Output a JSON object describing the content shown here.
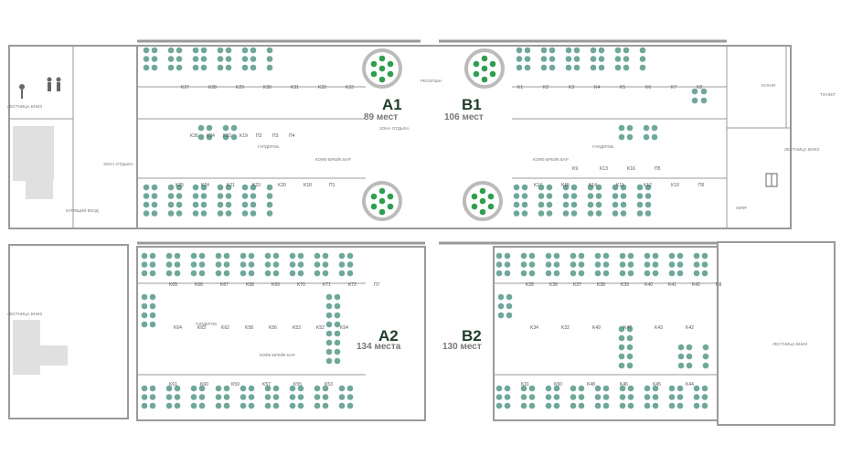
{
  "zones": {
    "a1": {
      "name": "A1",
      "capacity": "89 мест"
    },
    "b1": {
      "name": "B1",
      "capacity": "106 мест"
    },
    "a2": {
      "name": "A2",
      "capacity": "134 места"
    },
    "b2": {
      "name": "B2",
      "capacity": "130 мест"
    }
  },
  "labels": {
    "stairs": "ЛЕСТНИЦА ВНИЗ",
    "wardrobe": "ГАРДЕРОБ",
    "coffee": "КОФЕ-БРЕЙК БАР",
    "rest": "ЗОНА ОТДЫХА",
    "reception": "РЕСЕПШН",
    "smoke": "КУРЯЩИЙ ВХОД",
    "toilet": "ТУАЛЕТ",
    "kitchen": "КУХНЯ",
    "elevator": "ЛИФТ"
  },
  "rooms": {
    "a1_top": [
      "K27",
      "K28",
      "K29",
      "K30",
      "K31",
      "K32",
      "K33"
    ],
    "a1_mid": [
      "K26",
      "K24",
      "K22",
      "K19",
      "П2",
      "П3",
      "П4"
    ],
    "a1_bot": [
      "K25",
      "K24",
      "K21",
      "K23",
      "K20",
      "K18",
      "П1"
    ],
    "b1_top": [
      "K1",
      "K2",
      "K3",
      "K4",
      "K5",
      "K6",
      "K7",
      "K8"
    ],
    "b1_mid": [
      "K9",
      "K13",
      "K16",
      "П5"
    ],
    "b1_bot": [
      "K17",
      "K15",
      "K14",
      "K11",
      "K12",
      "K10",
      "П6"
    ],
    "a2_top": [
      "K65",
      "K66",
      "K67",
      "K68",
      "K69",
      "K70",
      "K71",
      "K72",
      "П7"
    ],
    "a2_mid": [
      "K64",
      "K63",
      "K62",
      "K58",
      "K56",
      "K53",
      "K52",
      "K54"
    ],
    "a2_bot": [
      "K61",
      "K60",
      "K59",
      "K57",
      "K55",
      "K53"
    ],
    "b2_top": [
      "K35",
      "K36",
      "K37",
      "K38",
      "K39",
      "K40",
      "K41",
      "K42",
      "П8"
    ],
    "b2_mid": [
      "K34",
      "K32",
      "K49",
      "K47",
      "K43",
      "K42"
    ],
    "b2_bot": [
      "K31",
      "K50",
      "K48",
      "K46",
      "K45",
      "K44"
    ]
  },
  "colors": {
    "seat": "#6fa89b",
    "round": "#2f9e4f",
    "wall": "#9a9a9a",
    "zone": "#1f3d2b"
  }
}
